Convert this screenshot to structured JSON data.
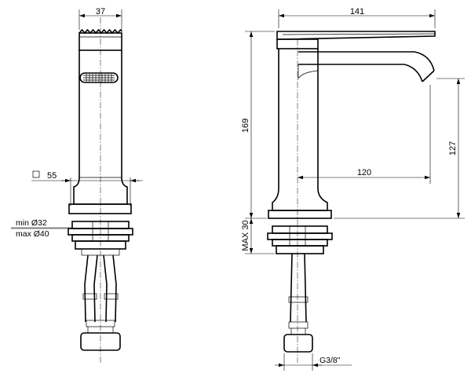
{
  "front_view": {
    "width_label": "37",
    "square_label": "55",
    "hole_min_label": "min Ø32",
    "hole_max_label": "max Ø40"
  },
  "side_view": {
    "reach_label": "141",
    "height_label": "169",
    "spout_height_label": "127",
    "spout_reach_label": "120",
    "deck_thickness_label": "MAX 30",
    "thread_label": "G3/8\""
  }
}
